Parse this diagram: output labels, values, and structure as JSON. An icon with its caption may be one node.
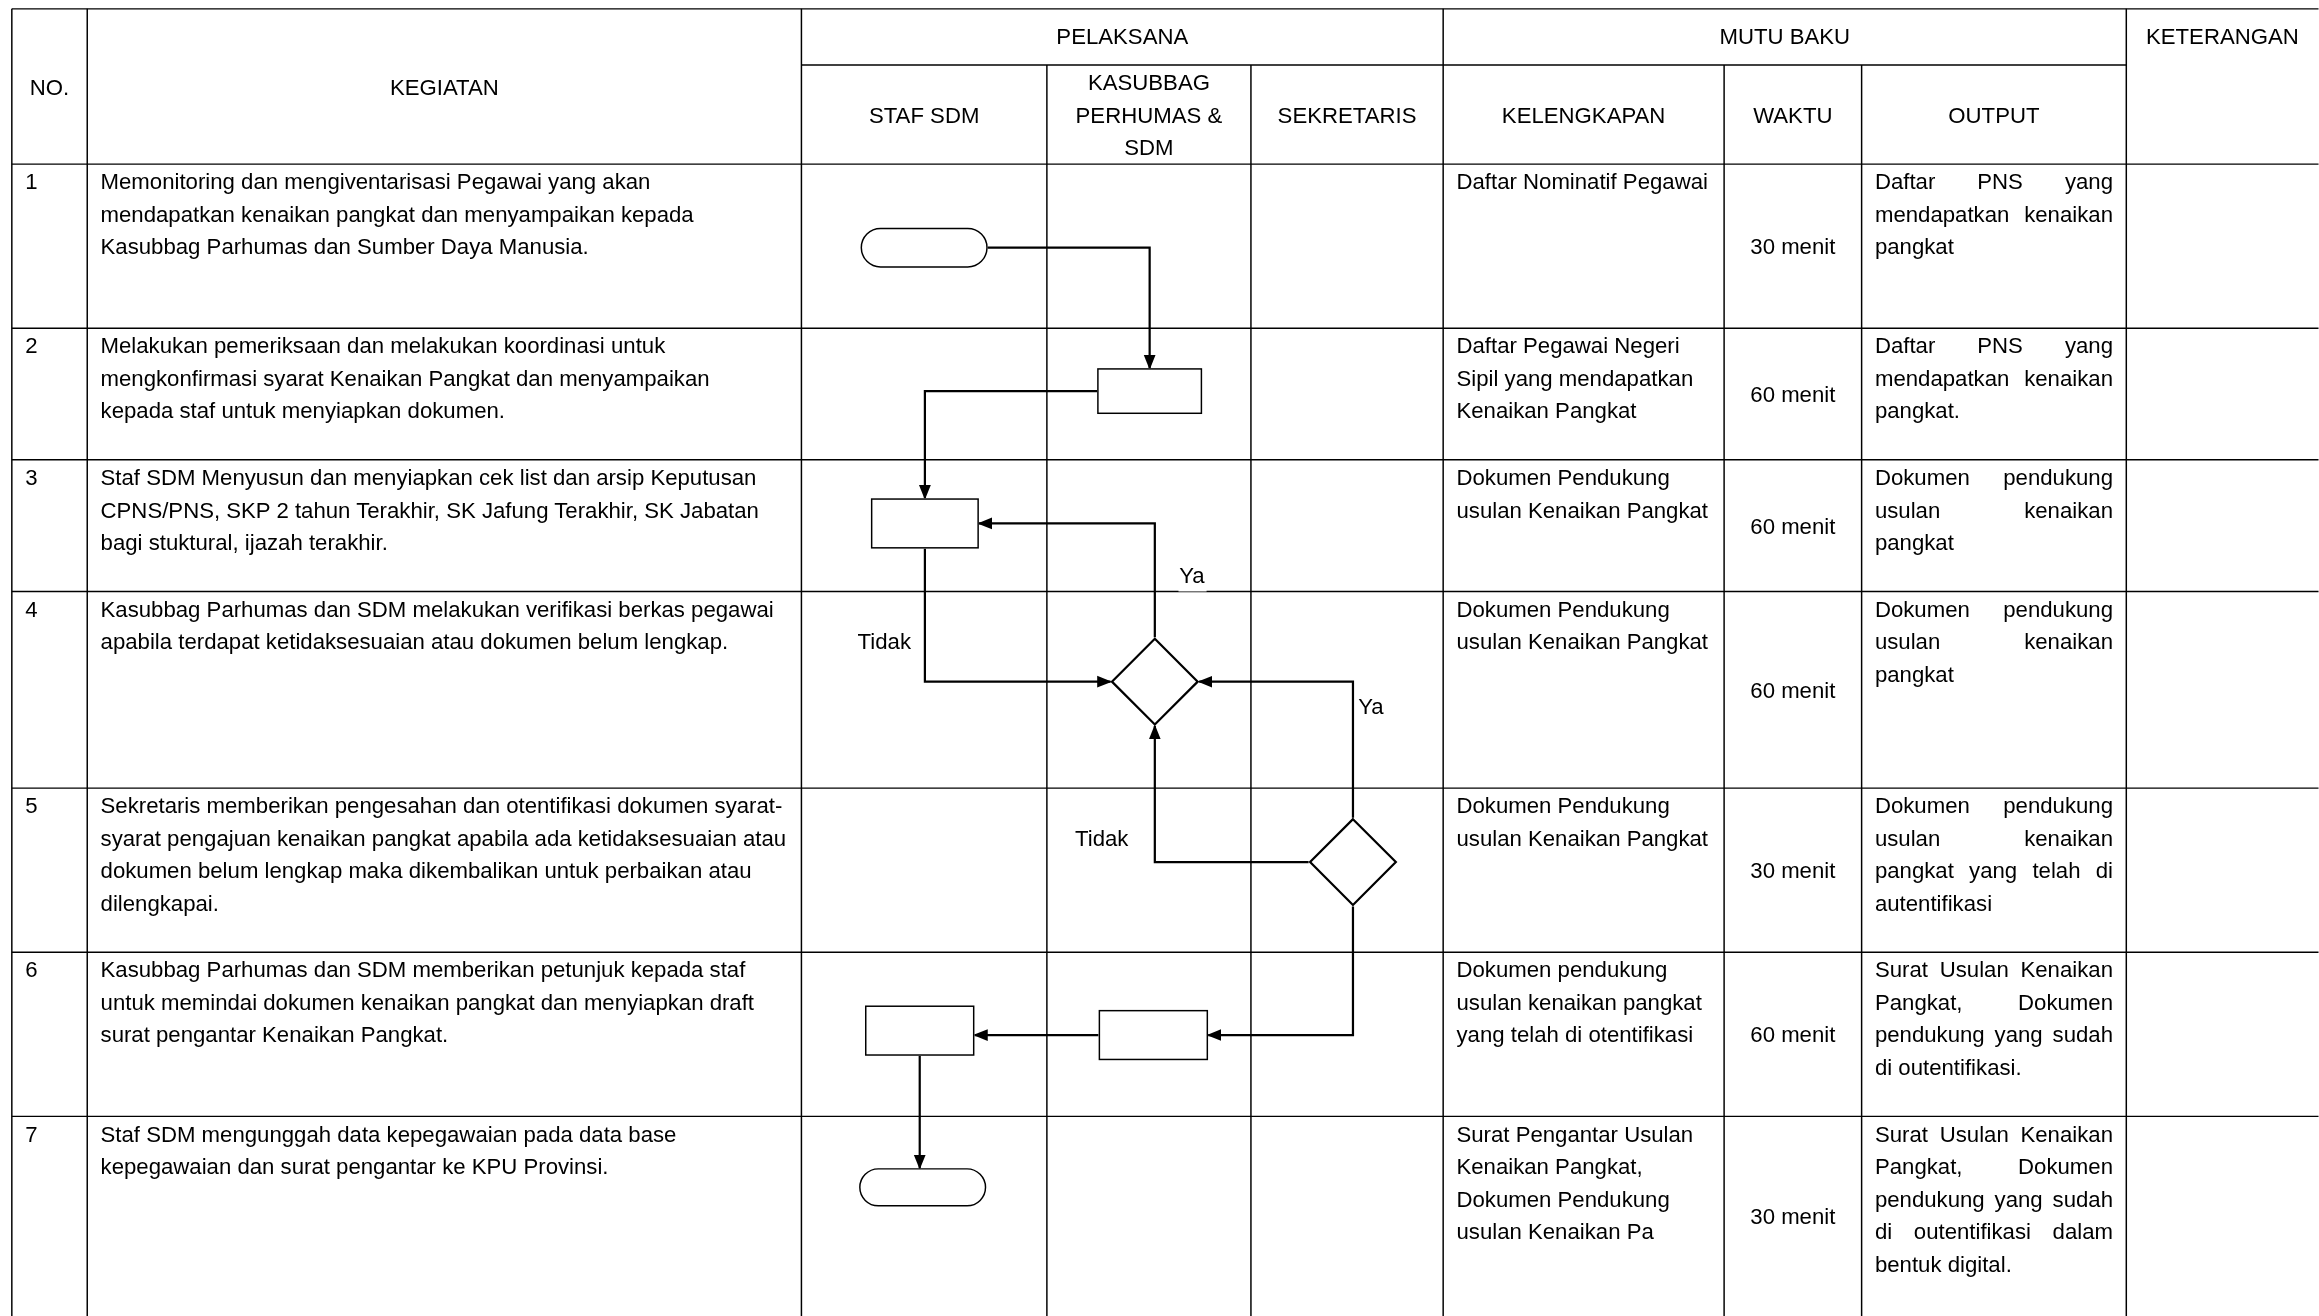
{
  "diagram": {
    "nodes": [
      {
        "text": [],
        "shape": "terminal"
      },
      {
        "text": [],
        "shape": "box"
      },
      {
        "text": [],
        "shape": "box"
      },
      {
        "text": [],
        "shape": "diamond"
      },
      {
        "text": [],
        "shape": "diamond"
      },
      {
        "text": [],
        "shape": "box"
      },
      {
        "text": [],
        "shape": "box"
      },
      {
        "text": [],
        "shape": "terminal"
      }
    ],
    "edges": [
      {
        "from": 0,
        "to": 1,
        "arrow": "to"
      },
      {
        "from": 1,
        "to": 2,
        "arrow": "to"
      },
      {
        "from": 2,
        "to": 3,
        "arrow": "to",
        "label": "Tidak"
      },
      {
        "from": 3,
        "to": 2,
        "arrow": "to",
        "label": "Ya"
      },
      {
        "from": 4,
        "to": 3,
        "arrow": "to",
        "label": "Ya"
      },
      {
        "from": 4,
        "to": 3,
        "arrow": "to",
        "label": "Tidak"
      },
      {
        "from": 4,
        "to": 6,
        "arrow": "to"
      },
      {
        "from": 6,
        "to": 5,
        "arrow": "to"
      },
      {
        "from": 5,
        "to": 7,
        "arrow": "to"
      }
    ],
    "labels": [
      "NO.",
      "KEGIATAN",
      "PELAKSANA",
      "MUTU BAKU",
      "KETERANGAN",
      "STAF SDM",
      "KASUBBAG PERHUMAS & SDM",
      "SEKRETARIS",
      "KELENGKAPAN",
      "WAKTU",
      "OUTPUT",
      "1",
      "Memonitoring dan mengiventarisasi Pegawai yang akan mendapatkan kenaikan pangkat dan menyampaikan kepada Kasubbag Parhumas dan Sumber Daya Manusia.",
      "Daftar Nominatif Pegawai",
      "30 menit",
      "Daftar PNS yang mendapatkan kenaikan pangkat",
      "2",
      "Melakukan pemeriksaan dan melakukan koordinasi untuk mengkonfirmasi syarat Kenaikan Pangkat dan menyampaikan kepada staf untuk menyiapkan dokumen.",
      "Daftar Pegawai Negeri Sipil yang mendapatkan Kenaikan Pangkat",
      "60 menit",
      "Daftar PNS yang mendapatkan kenaikan pangkat.",
      "3",
      "Staf SDM Menyusun dan menyiapkan cek list dan arsip Keputusan CPNS/PNS, SKP 2 tahun Terakhir, SK Jafung Terakhir, SK Jabatan bagi stuktural, ijazah terakhir.",
      "Dokumen Pendukung usulan Kenaikan Pangkat",
      "60 menit",
      "Dokumen pendukung usulan kenaikan pangkat",
      "4",
      "Kasubbag Parhumas dan SDM melakukan verifikasi berkas pegawai apabila terdapat ketidaksesuaian atau dokumen belum lengkap.",
      "Dokumen Pendukung usulan Kenaikan Pangkat",
      "60 menit",
      "Dokumen pendukung usulan kenaikan pangkat",
      "5",
      "Sekretaris memberikan pengesahan dan otentifikasi dokumen syarat-syarat pengajuan kenaikan pangkat apabila ada ketidaksesuaian atau dokumen belum lengkap maka dikembalikan untuk perbaikan atau dilengkapai.",
      "Dokumen Pendukung usulan Kenaikan Pangkat",
      "30 menit",
      "Dokumen pendukung usulan kenaikan pangkat yang telah di autentifikasi",
      "6",
      "Kasubbag Parhumas dan SDM memberikan petunjuk kepada staf untuk memindai dokumen kenaikan pangkat dan menyiapkan draft surat pengantar Kenaikan Pangkat.",
      "Dokumen pendukung usulan kenaikan pangkat yang telah di otentifikasi",
      "60 menit",
      "Surat Usulan Kenaikan Pangkat, Dokumen pendukung yang sudah di outentifikasi.",
      "7",
      "Staf SDM mengunggah data kepegawaian pada data base kepegawaian dan surat pengantar ke KPU Provinsi.",
      "Surat Pengantar Usulan Kenaikan Pangkat, Dokumen Pendukung usulan Kenaikan Pa",
      "30 menit",
      "Surat Usulan Kenaikan Pangkat, Dokumen pendukung yang sudah di outentifikasi dalam bentuk digital."
    ]
  }
}
